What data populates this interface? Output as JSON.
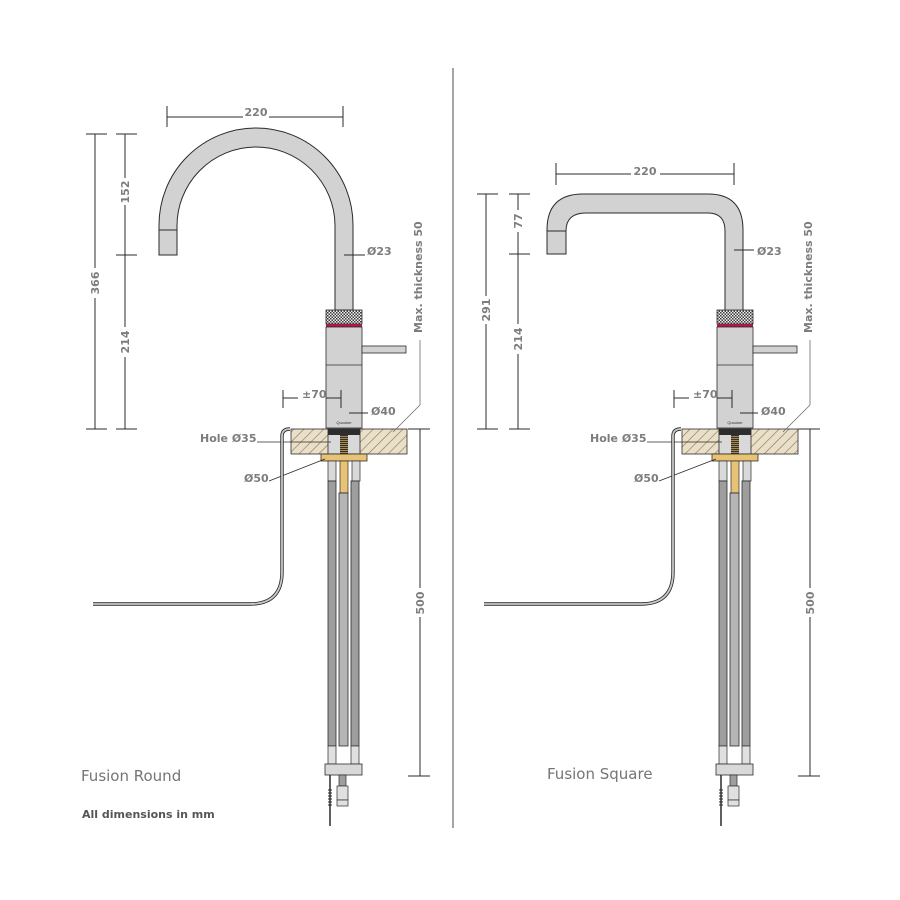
{
  "colors": {
    "line": "#2b2b2b",
    "text": "#7d7d7d",
    "metal": "#d2d2d2",
    "hose": "#9e9e9e",
    "wood": "#e8dcc4",
    "brass": "#e8c275",
    "accent_ring": "#b0174a",
    "divider": "#6a6a6a"
  },
  "footer_note": "All dimensions in mm",
  "models": [
    {
      "name": "Fusion Round",
      "spout_shape": "round",
      "dims": {
        "reach": "220",
        "total_height": "366",
        "spout_drop": "152",
        "body_height": "214",
        "spout_diameter": "Ø23",
        "lever_offset": "±70",
        "body_diameter": "Ø40",
        "hole": "Hole Ø35",
        "washer": "Ø50",
        "max_thickness": "Max. thickness 50",
        "hose_length": "500"
      }
    },
    {
      "name": "Fusion Square",
      "spout_shape": "square",
      "dims": {
        "reach": "220",
        "total_height": "291",
        "spout_drop": "77",
        "body_height": "214",
        "spout_diameter": "Ø23",
        "lever_offset": "±70",
        "body_diameter": "Ø40",
        "hole": "Hole Ø35",
        "washer": "Ø50",
        "max_thickness": "Max. thickness 50",
        "hose_length": "500"
      }
    }
  ]
}
